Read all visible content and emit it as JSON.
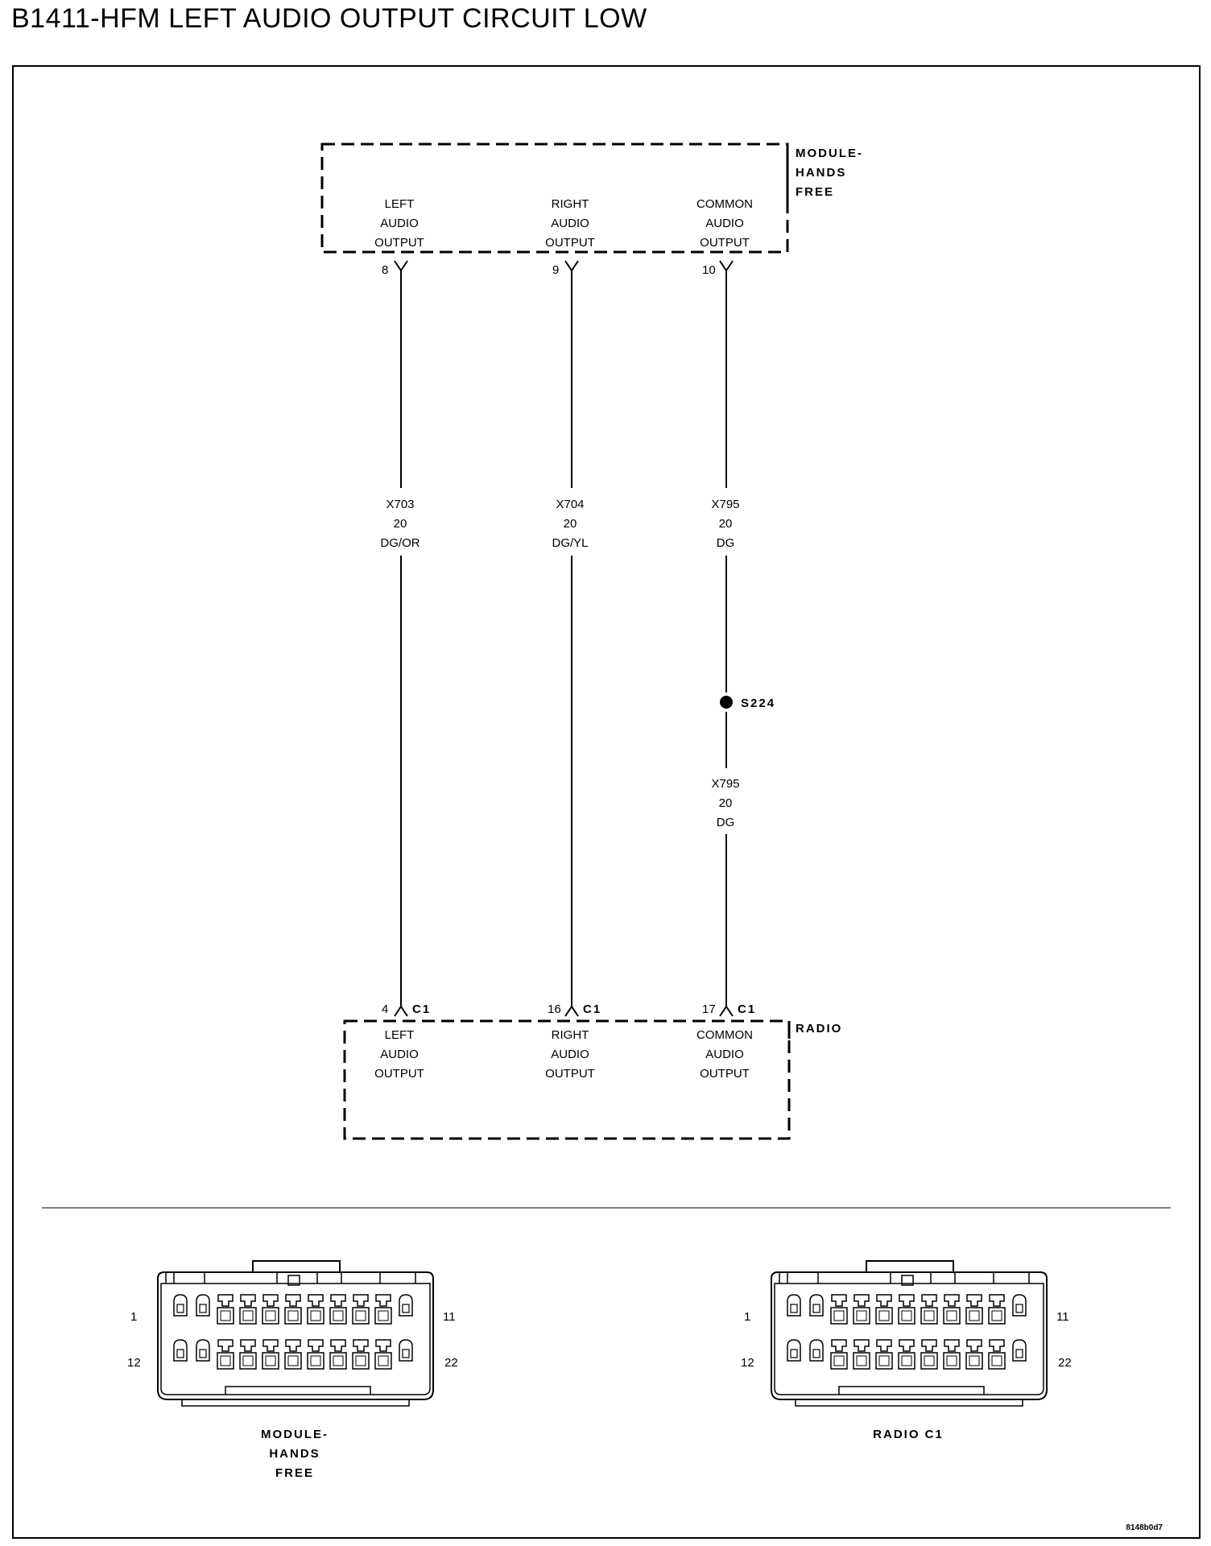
{
  "title": "B1411-HFM LEFT AUDIO OUTPUT CIRCUIT LOW",
  "hfm": {
    "name": [
      "MODULE-",
      "HANDS",
      "FREE"
    ],
    "pins": [
      {
        "pin": "8",
        "label": [
          "LEFT",
          "AUDIO",
          "OUTPUT"
        ]
      },
      {
        "pin": "9",
        "label": [
          "RIGHT",
          "AUDIO",
          "OUTPUT"
        ]
      },
      {
        "pin": "10",
        "label": [
          "COMMON",
          "AUDIO",
          "OUTPUT"
        ]
      }
    ]
  },
  "wires": [
    {
      "circuit": "X703",
      "gauge": "20",
      "color": "DG/OR"
    },
    {
      "circuit": "X704",
      "gauge": "20",
      "color": "DG/YL"
    },
    {
      "circuit": "X795",
      "gauge": "20",
      "color": "DG"
    }
  ],
  "splice": {
    "name": "S224",
    "wire_below": {
      "circuit": "X795",
      "gauge": "20",
      "color": "DG"
    }
  },
  "radio": {
    "name": "RADIO",
    "pins": [
      {
        "pin": "4",
        "connector": "C1",
        "label": [
          "LEFT",
          "AUDIO",
          "OUTPUT"
        ]
      },
      {
        "pin": "16",
        "connector": "C1",
        "label": [
          "RIGHT",
          "AUDIO",
          "OUTPUT"
        ]
      },
      {
        "pin": "17",
        "connector": "C1",
        "label": [
          "COMMON",
          "AUDIO",
          "OUTPUT"
        ]
      }
    ]
  },
  "connector_views": [
    {
      "name": [
        "MODULE-",
        "HANDS",
        "FREE"
      ],
      "pins": {
        "top_left": "1",
        "top_right": "11",
        "bottom_left": "12",
        "bottom_right": "22"
      }
    },
    {
      "name": [
        "RADIO C1"
      ],
      "pins": {
        "top_left": "1",
        "top_right": "11",
        "bottom_left": "12",
        "bottom_right": "22"
      }
    }
  ],
  "figure_id": "8148b0d7"
}
